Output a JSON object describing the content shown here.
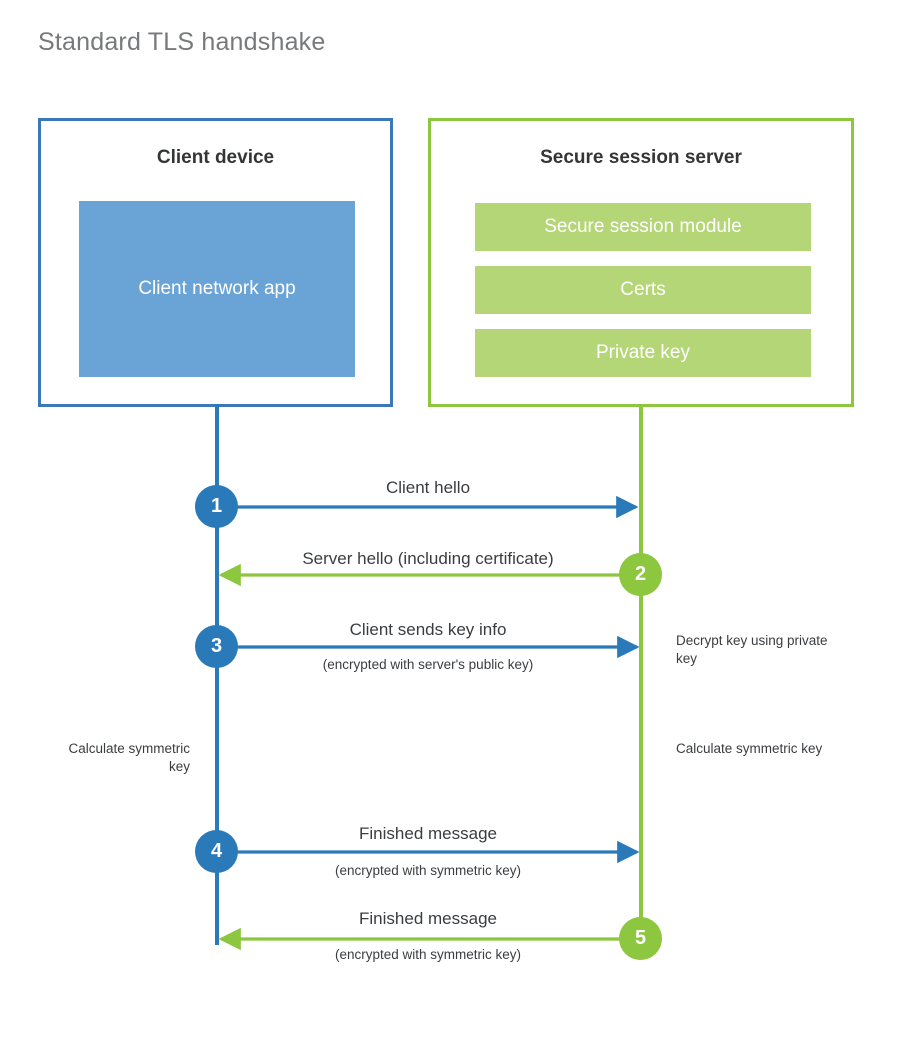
{
  "title": "Standard TLS handshake",
  "colors": {
    "client_border": "#3b78b9",
    "client_fill": "#6aa3d5",
    "client_accent": "#2a7ab9",
    "server_border": "#8dc63f",
    "server_fill": "#b5d677",
    "server_accent": "#8dc63f",
    "text": "#3a3d40",
    "title_text": "#77797b"
  },
  "client": {
    "title": "Client device",
    "app_label": "Client network app"
  },
  "server": {
    "title": "Secure session server",
    "bars": [
      {
        "label": "Secure session module"
      },
      {
        "label": "Certs"
      },
      {
        "label": "Private key"
      }
    ]
  },
  "steps": [
    {
      "number": "1",
      "label": "Client hello",
      "sublabel": "",
      "direction": "client-to-server",
      "color": "blue"
    },
    {
      "number": "2",
      "label": "Server hello (including certificate)",
      "sublabel": "",
      "direction": "server-to-client",
      "color": "green"
    },
    {
      "number": "3",
      "label": "Client sends key info",
      "sublabel": "(encrypted with server's public key)",
      "direction": "client-to-server",
      "color": "blue"
    },
    {
      "number": "4",
      "label": "Finished message",
      "sublabel": "(encrypted with symmetric key)",
      "direction": "client-to-server",
      "color": "blue"
    },
    {
      "number": "5",
      "label": "Finished message",
      "sublabel": "(encrypted with symmetric key)",
      "direction": "server-to-client",
      "color": "green"
    }
  ],
  "annotations": {
    "server_decrypt": "Decrypt key using private key",
    "client_calculate": "Calculate symmetric key",
    "server_calculate": "Calculate symmetric key"
  }
}
